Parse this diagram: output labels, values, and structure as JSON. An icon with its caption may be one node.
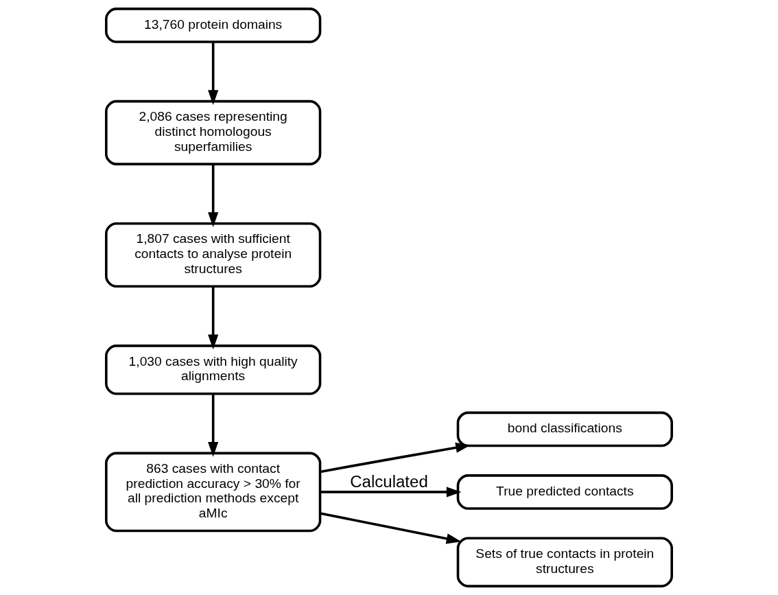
{
  "diagram": {
    "nodes": [
      {
        "text": [
          "13,760 protein domains"
        ]
      },
      {
        "text": [
          "2,086 cases representing distinct homologous superfamilies"
        ]
      },
      {
        "text": [
          "1,807 cases with sufficient contacts to analyse protein structures"
        ]
      },
      {
        "text": [
          "1,030 cases with high quality alignments"
        ]
      },
      {
        "text": [
          "863 cases with contact prediction accuracy > 30% for all prediction methods except aMIc"
        ]
      },
      {
        "text": [
          "bond classifications"
        ]
      },
      {
        "text": [
          "True predicted contacts"
        ]
      },
      {
        "text": [
          "Sets of true contacts in protein structures"
        ]
      }
    ],
    "edges": [
      {
        "from": 0,
        "to": 1,
        "arrow": "to"
      },
      {
        "from": 1,
        "to": 2,
        "arrow": "to"
      },
      {
        "from": 2,
        "to": 3,
        "arrow": "to"
      },
      {
        "from": 3,
        "to": 4,
        "arrow": "to"
      },
      {
        "from": 4,
        "to": 5,
        "arrow": "to"
      },
      {
        "from": 4,
        "to": 6,
        "arrow": "to",
        "label": "Calculated"
      },
      {
        "from": 4,
        "to": 7,
        "arrow": "to"
      }
    ]
  }
}
